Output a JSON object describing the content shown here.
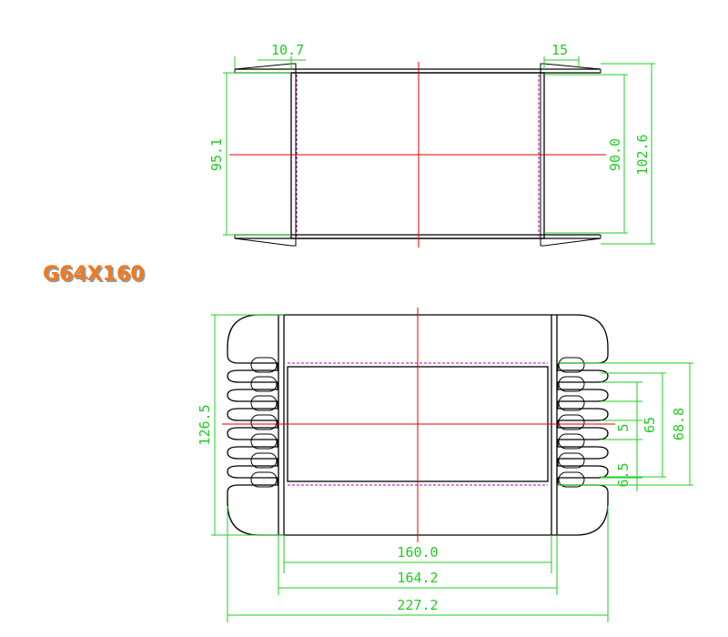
{
  "title": "G64X160",
  "colors": {
    "outline": "#000000",
    "centerline": "#e00000",
    "hidden_line": "#b000b0",
    "dimension": "#22cc22",
    "title_fill": "#f07a1e"
  },
  "top_view": {
    "dims": {
      "flange_left_width": "10.7",
      "flange_right_width": "15",
      "left_height": "95.1",
      "inner_height": "90.0",
      "outer_height": "102.6"
    }
  },
  "front_view": {
    "dims": {
      "overall_height": "126.5",
      "pin_pitch": "5",
      "pin_group_span": "65",
      "window_height": "68.8",
      "pin_offset": "6.5",
      "core_length": "160.0",
      "body_length": "164.2",
      "overall_length": "227.2"
    }
  }
}
